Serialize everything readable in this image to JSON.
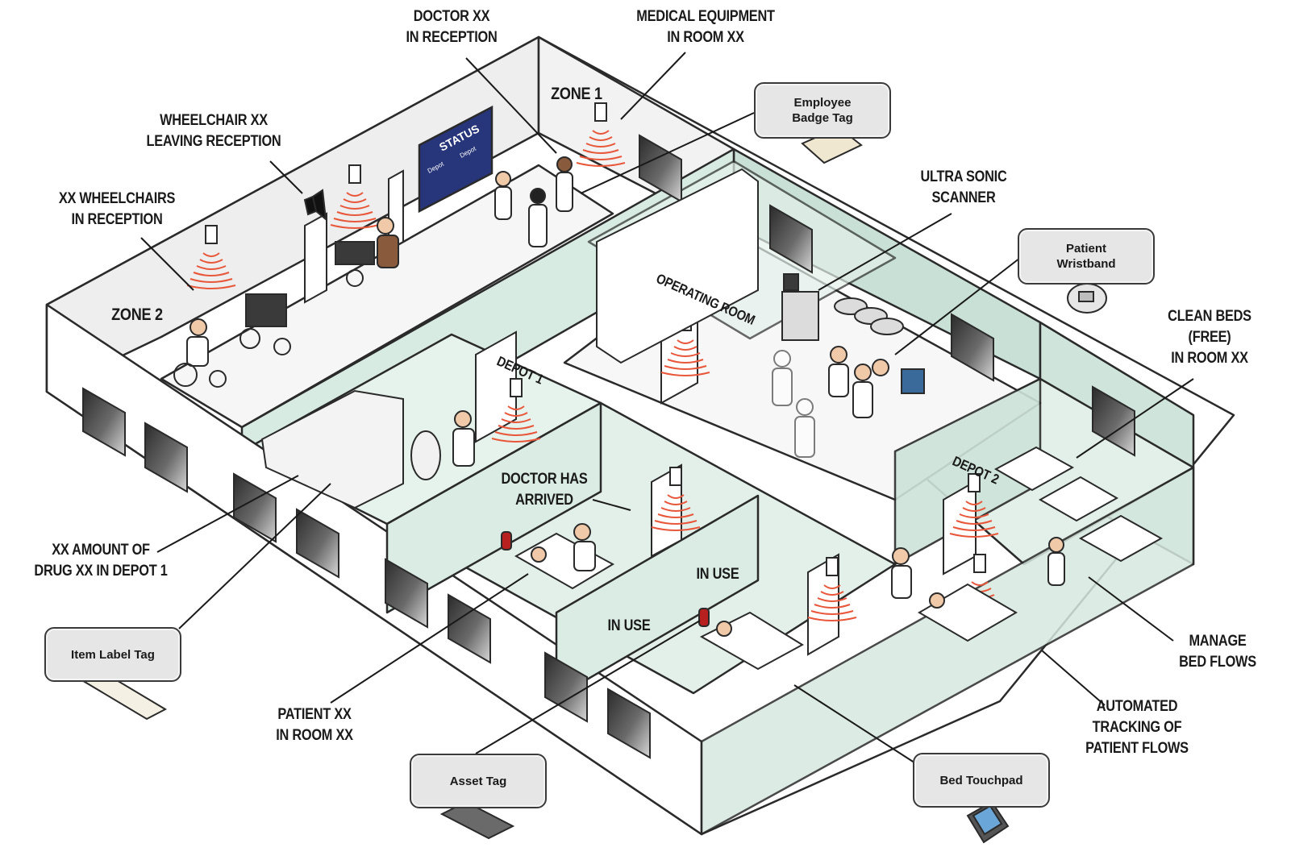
{
  "labels": {
    "doctor_reception": "DOCTOR XX\nIN RECEPTION",
    "medical_equipment": "MEDICAL EQUIPMENT\nIN ROOM XX",
    "zone1": "ZONE 1",
    "wheelchair_leaving": "WHEELCHAIR XX\nLEAVING RECEPTION",
    "wheelchairs_reception": "XX WHEELCHAIRS\nIN RECEPTION",
    "zone2": "ZONE 2",
    "ultrasonic": "ULTRA SONIC\nSCANNER",
    "clean_beds": "CLEAN BEDS\n(FREE)\nIN ROOM XX",
    "doctor_arrived": "DOCTOR HAS\nARRIVED",
    "drug_depot": "XX AMOUNT OF\nDRUG XX IN DEPOT 1",
    "in_use_1": "IN USE",
    "in_use_2": "IN USE",
    "patient_room": "PATIENT XX\nIN ROOM XX",
    "manage_bed": "MANAGE\nBED FLOWS",
    "automated_tracking": "AUTOMATED\nTRACKING OF\nPATIENT FLOWS"
  },
  "scene_text": {
    "status_board_title": "STATUS",
    "status_col1": "Depot",
    "status_col2": "Depot",
    "operating_room": "OPERATING ROOM",
    "depot1": "DEPOT 1",
    "depot2": "DEPOT 2"
  },
  "tags": {
    "employee_badge": "Employee\nBadge Tag",
    "patient_wristband": "Patient\nWristband",
    "item_label": "Item Label Tag",
    "asset": "Asset Tag",
    "bed_touchpad": "Bed Touchpad"
  },
  "colors": {
    "wall_grey": "#efefef",
    "wall_green": "#d3e6df",
    "wall_green_dark": "#a9cbbd",
    "floor_green": "#e3f0ea",
    "signal_red": "#e8573a",
    "status_blue": "#27357a",
    "outline": "#2a2a2a"
  }
}
